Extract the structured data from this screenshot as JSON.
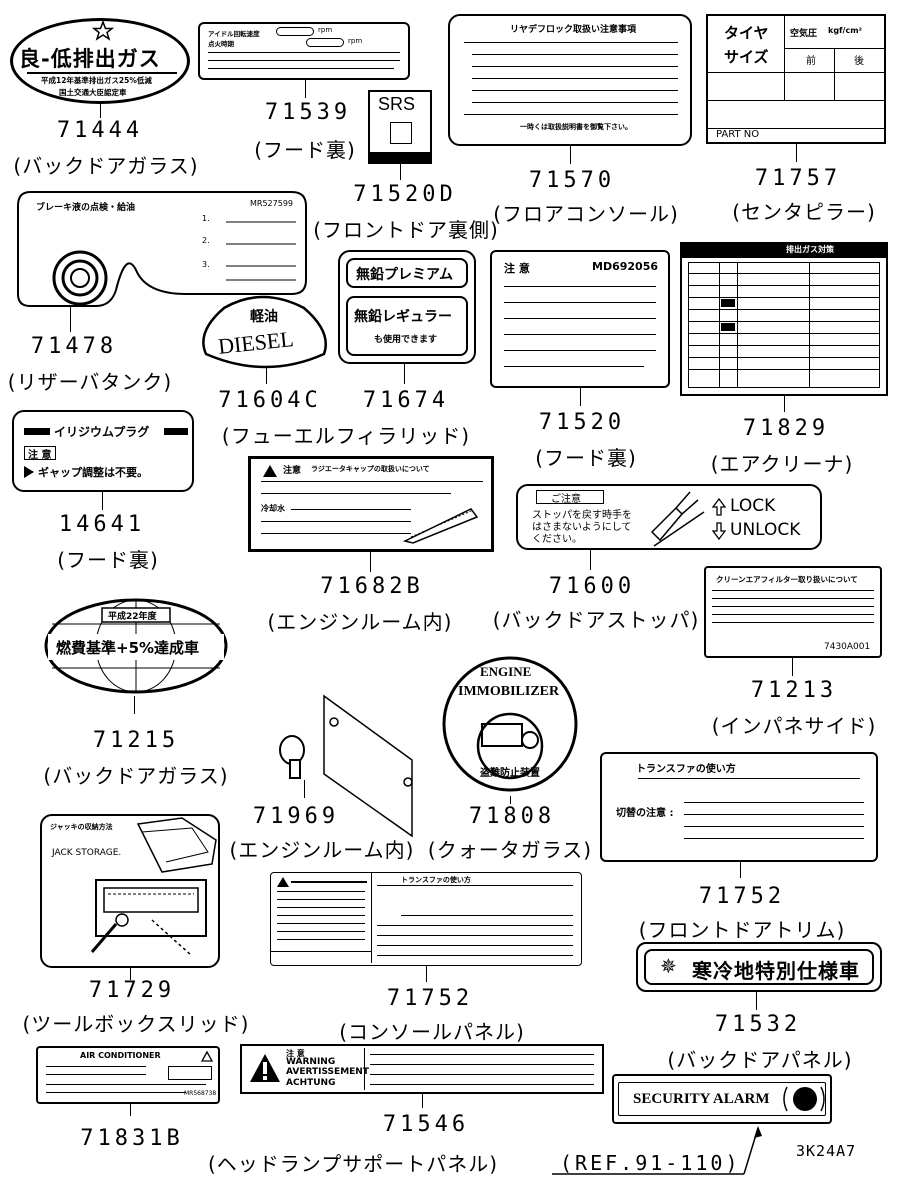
{
  "diagram_code": "3K24A7",
  "reference": "(REF.91-110)",
  "parts": [
    {
      "no": "71444",
      "loc": "(バックドアガラス)"
    },
    {
      "no": "71539",
      "loc": "(フード裏)"
    },
    {
      "no": "71520D",
      "loc": "(フロントドア裏側)"
    },
    {
      "no": "71570",
      "loc": "(フロアコンソール)"
    },
    {
      "no": "71757",
      "loc": "(センタピラー)"
    },
    {
      "no": "71478",
      "loc": "(リザーバタンク)"
    },
    {
      "no": "71604C",
      "loc": "(フューエルフィラリッド)"
    },
    {
      "no": "71674",
      "loc": ""
    },
    {
      "no": "71520",
      "loc": "(フード裏)"
    },
    {
      "no": "71829",
      "loc": "(エアクリーナ)"
    },
    {
      "no": "14641",
      "loc": "(フード裏)"
    },
    {
      "no": "71682B",
      "loc": "(エンジンルーム内)"
    },
    {
      "no": "71600",
      "loc": "(バックドアストッパ)"
    },
    {
      "no": "71213",
      "loc": "(インパネサイド)"
    },
    {
      "no": "71215",
      "loc": "(バックドアガラス)"
    },
    {
      "no": "71969",
      "loc": "(エンジンルーム内)"
    },
    {
      "no": "71808",
      "loc": "(クォータガラス)"
    },
    {
      "no": "71752",
      "loc": "(フロントドアトリム)"
    },
    {
      "no": "71729",
      "loc": "(ツールボックスリッド)"
    },
    {
      "no": "71752",
      "loc": "(コンソールパネル)"
    },
    {
      "no": "71532",
      "loc": "(バックドアパネル)"
    },
    {
      "no": "71831B",
      "loc": ""
    },
    {
      "no": "71546",
      "loc": "(ヘッドランプサポートパネル)"
    }
  ],
  "labels": {
    "l71444_main": "良-低排出ガス",
    "l71444_sub1": "平成12年基準排出ガス25%低減",
    "l71444_sub2": "国土交通大臣認定車",
    "l71539_line1": "アイドル回転速度",
    "l71539_line2": "点火時期",
    "l71539_rpm1": "rpm",
    "l71539_rpm2": "rpm",
    "l71520d_srs": "SRS",
    "l71570_title": "リヤデフロック取扱い注意事項",
    "l71570_warn": "一時くは取扱説明書を御覧下さい。",
    "l71757_tire": "タイヤ",
    "l71757_size": "サイズ",
    "l71757_pressure": "空気圧",
    "l71757_unit": "kgf/cm²",
    "l71757_front": "前",
    "l71757_rear": "後",
    "l71757_partno": "PART NO",
    "l71478_title": "ブレーキ液の点検・給油",
    "l71478_code": "MR527599",
    "l71478_n1": "1.",
    "l71478_n2": "2.",
    "l71478_n3": "3.",
    "l71604c_kanji": "軽油",
    "l71604c_diesel": "DIESEL",
    "l71674_premium": "無鉛プレミアム",
    "l71674_regular": "無鉛レギュラー",
    "l71674_note": "も使用できます",
    "l71520_title": "注 意",
    "l71520_code": "MD692056",
    "l71829_title": "排出ガス対策",
    "l14641_title": "イリジウムプラグ",
    "l14641_caution": "注 意",
    "l14641_text": "ギャップ調整は不要。",
    "l71682b_title": "注意",
    "l71682b_head": "ラジエータキャップの取扱いについて",
    "l71682b_sub": "冷却水",
    "l71600_title": "ご注意",
    "l71600_text1": "ストッパを戻す時手を",
    "l71600_text2": "はさまないようにして",
    "l71600_text3": "ください。",
    "l71600_lock": "LOCK",
    "l71600_unlock": "UNLOCK",
    "l71213_title": "クリーンエアフィルター取り扱いについて",
    "l71213_code": "7430A001",
    "l71215_year": "平成22年度",
    "l71215_main": "燃費基準+5%達成車",
    "l71808_engine": "ENGINE",
    "l71808_immob": "IMMOBILIZER",
    "l71808_jp": "盗難防止装置",
    "l71752a_title": "トランスファの使い方",
    "l71752a_sub": "切替の注意 :",
    "l71729_title": "ジャッキの収納方法",
    "l71729_jack": "JACK STORAGE.",
    "l71752b_title": "トランスファの使い方",
    "l71532_text": "寒冷地特別仕様車",
    "l71831b_title": "AIR CONDITIONER",
    "l71831b_code": "MR568738",
    "l71546_caution": "注 意",
    "l71546_warning": "WARNING",
    "l71546_avert": "AVERTISSEMENT",
    "l71546_achtung": "ACHTUNG",
    "l_security": "SECURITY ALARM"
  }
}
